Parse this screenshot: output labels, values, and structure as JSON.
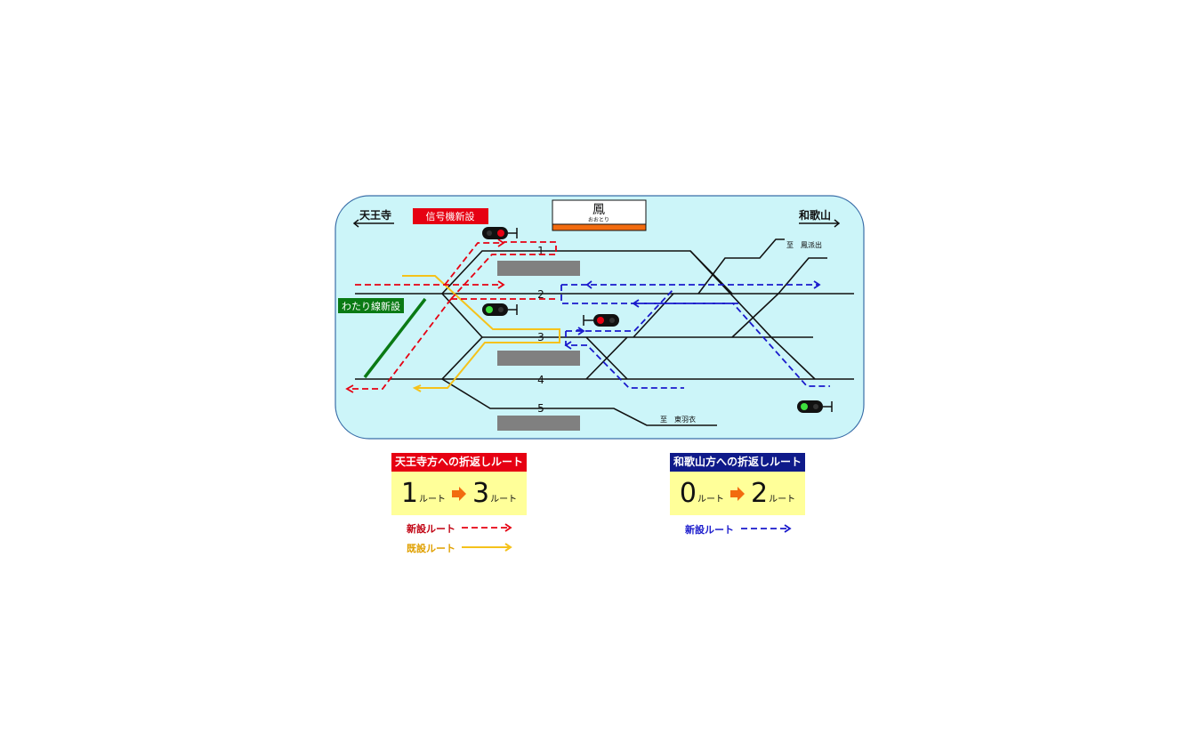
{
  "station": {
    "name": "鳳",
    "reading": "おおとり"
  },
  "directions": {
    "left": "天王寺",
    "right": "和歌山"
  },
  "callouts": {
    "signal_new": "信号機新設",
    "crossover_new": "わたり線新設"
  },
  "tracks": {
    "t1": "1",
    "t2": "2",
    "t3": "3",
    "t4": "4",
    "t5": "5"
  },
  "branches": {
    "depot": "至　鳳派出",
    "higashihagoromo": "至　東羽衣"
  },
  "legend_tennoji": {
    "title": "天王寺方への折返しルート",
    "from_num": "1",
    "to_num": "3",
    "unit": "ルート"
  },
  "legend_wakayama": {
    "title": "和歌山方への折返しルート",
    "from_num": "0",
    "to_num": "2",
    "unit": "ルート"
  },
  "keys": {
    "red_new": "新設ルート",
    "yellow_existing": "既設ルート",
    "blue_new": "新設ルート"
  },
  "colors": {
    "panel_bg": "#ccf5f9",
    "red": "#e60012",
    "yellow": "#f5c21b",
    "blue": "#1a1acc",
    "green": "#0a7a14",
    "navy": "#0f1a8a",
    "orange": "#f26b0f",
    "platform": "#808080"
  }
}
